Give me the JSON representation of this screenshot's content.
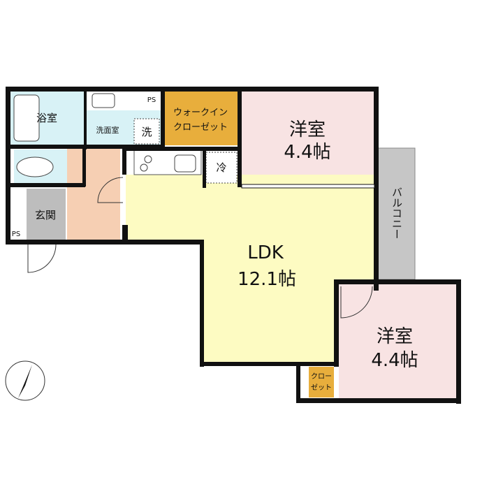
{
  "rooms": {
    "bath": {
      "label": "浴室"
    },
    "washroom": {
      "label": "洗面室"
    },
    "washer": {
      "label": "洗"
    },
    "ps_top": {
      "label": "PS"
    },
    "ps_entry": {
      "label": "PS"
    },
    "walkin_closet": {
      "line1": "ウォークイン",
      "line2": "クローゼット"
    },
    "western1": {
      "label": "洋室",
      "size": "4.4帖"
    },
    "fridge": {
      "label": "冷"
    },
    "balcony": {
      "label": "バルコニー"
    },
    "entrance": {
      "label": "玄関"
    },
    "ldk": {
      "label": "LDK",
      "size": "12.1帖"
    },
    "western2": {
      "label": "洋室",
      "size": "4.4帖"
    },
    "closet2": {
      "line1": "クロー",
      "line2": "ゼット"
    }
  },
  "colors": {
    "bath": "#d8f2f6",
    "hall": "#f6cfb3",
    "entrance": "#bdbdbd",
    "closet": "#e8ae3c",
    "western": "#f8e3e3",
    "ldk": "#fdfbc2",
    "balcony": "#c6c6c6"
  }
}
